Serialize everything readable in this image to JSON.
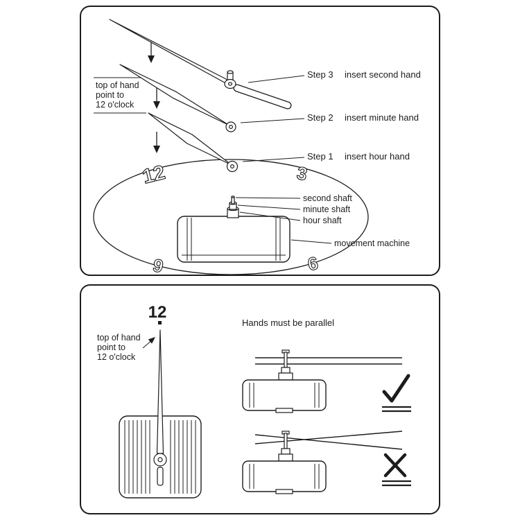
{
  "colors": {
    "ink": "#1c1c1c",
    "paper": "#ffffff"
  },
  "top_panel": {
    "note": {
      "line1": "top of hand",
      "line2": "point to",
      "line3": "12 o'clock"
    },
    "steps": [
      {
        "name": "Step 3",
        "desc": "insert second hand"
      },
      {
        "name": "Step 2",
        "desc": "insert minute hand"
      },
      {
        "name": "Step 1",
        "desc": "insert hour hand"
      }
    ],
    "shafts": [
      "second shaft",
      "minute shaft",
      "hour shaft"
    ],
    "machine": "movement machine",
    "clock_numbers": {
      "n12": "12",
      "n3": "3",
      "n9": "9",
      "n6": "6"
    }
  },
  "bottom_panel": {
    "twelve": "12",
    "note": {
      "line1": "top of hand",
      "line2": "point to",
      "line3": "12 o'clock"
    },
    "title": "Hands must be parallel"
  }
}
